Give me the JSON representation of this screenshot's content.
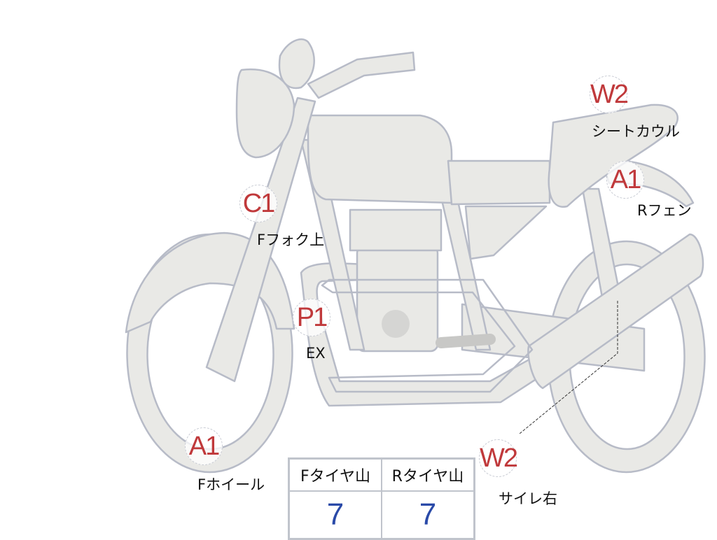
{
  "markers": [
    {
      "code": "W2",
      "part": "シートカウル"
    },
    {
      "code": "A1",
      "part": "Rフェン"
    },
    {
      "code": "C1",
      "part": "Fフォク上"
    },
    {
      "code": "P1",
      "part": "EX"
    },
    {
      "code": "A1",
      "part": "Fホイール"
    },
    {
      "code": "W2",
      "part": "サイレ右"
    }
  ],
  "tire_table": {
    "headers": [
      "Fタイヤ山",
      "Rタイヤ山"
    ],
    "values": [
      "7",
      "7"
    ]
  },
  "colors": {
    "body_fill": "#e9e9e6",
    "outline": "#b7bbc7",
    "code": "#c0393b",
    "value": "#2a4aa8"
  }
}
